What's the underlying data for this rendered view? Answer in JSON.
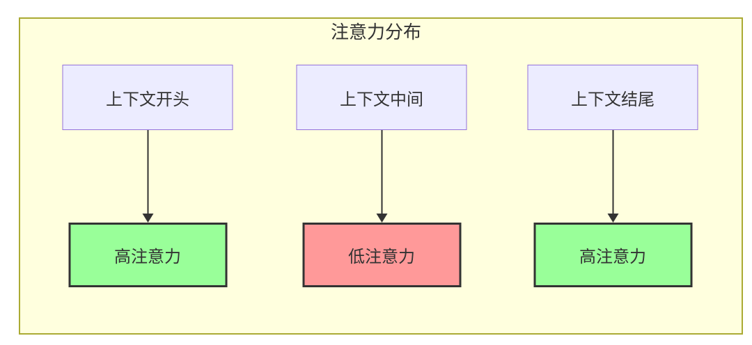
{
  "diagram": {
    "title": "注意力分布",
    "columns": [
      {
        "id": "context-start",
        "top_label": "上下文开头",
        "bottom_label": "高注意力",
        "level": "high"
      },
      {
        "id": "context-middle",
        "top_label": "上下文中间",
        "bottom_label": "低注意力",
        "level": "low"
      },
      {
        "id": "context-end",
        "top_label": "上下文结尾",
        "bottom_label": "高注意力",
        "level": "high"
      }
    ],
    "colors": {
      "container_bg": "#ffffde",
      "container_border": "#aaaa33",
      "context_node_bg": "#ececff",
      "context_node_border": "#9370db",
      "high_attention_bg": "#99ff99",
      "low_attention_bg": "#ff9999",
      "result_node_border": "#333333",
      "arrow": "#333333",
      "text": "#333333"
    }
  }
}
